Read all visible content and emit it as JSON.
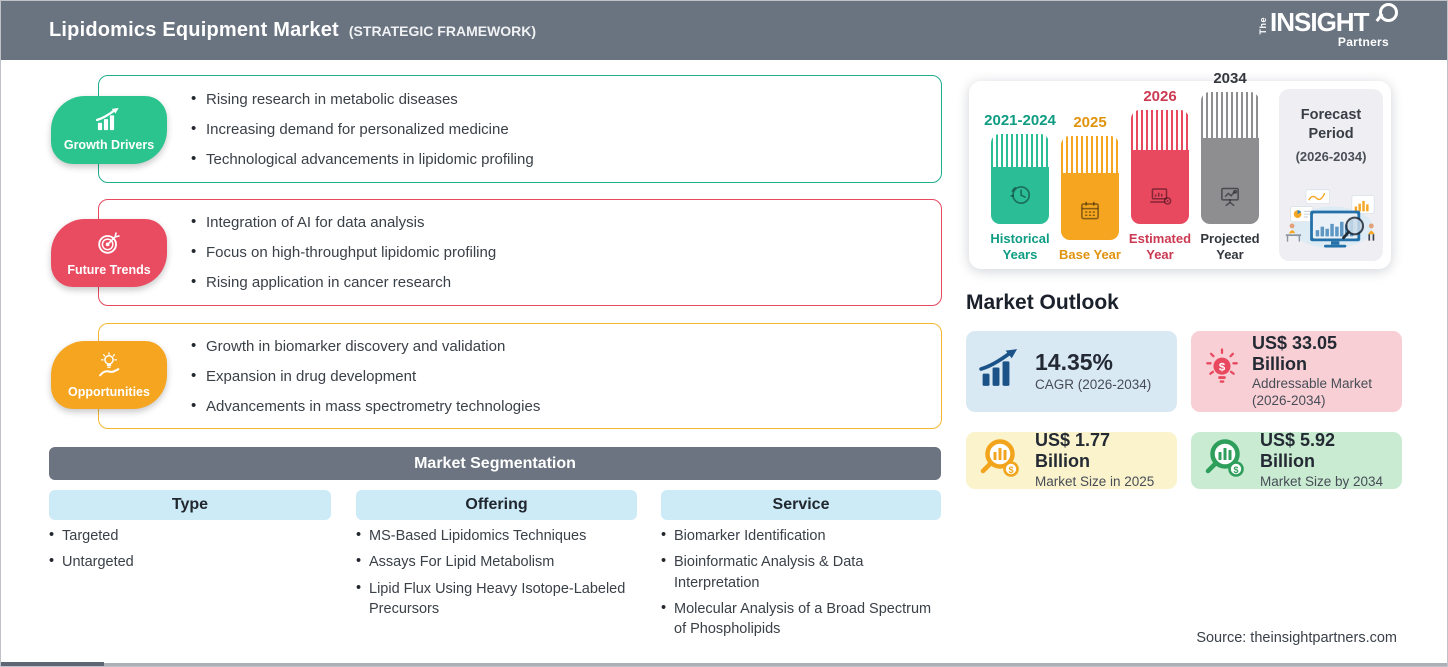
{
  "header": {
    "title": "Lipidomics Equipment Market",
    "subtitle": "(STRATEGIC FRAMEWORK)",
    "logo": {
      "the": "The",
      "main": "INSIGHT",
      "sub": "Partners"
    }
  },
  "drivers": {
    "label": "Growth Drivers",
    "color": "#2BC48F",
    "icon": "bar-chart-rising-icon",
    "items": [
      "Rising research in metabolic diseases",
      "Increasing demand for personalized medicine",
      "Technological advancements in lipidomic profiling"
    ]
  },
  "trends": {
    "label": "Future Trends",
    "color": "#E94C60",
    "icon": "target-dart-icon",
    "items": [
      "Integration of AI for data analysis",
      "Focus on high-throughput lipidomic profiling",
      "Rising application in cancer research"
    ]
  },
  "opportunities": {
    "label": "Opportunities",
    "color": "#F5A51F",
    "icon": "hand-bulb-icon",
    "items": [
      "Growth in biomarker discovery and validation",
      "Expansion in drug development",
      "Advancements in mass spectrometry technologies"
    ]
  },
  "timeline": {
    "bars": [
      {
        "year": "2021-2024",
        "name": "Historical Years",
        "color": "#2BBD96",
        "icon": "history-clock-icon"
      },
      {
        "year": "2025",
        "name": "Base Year",
        "color": "#F5A51F",
        "icon": "calendar-icon"
      },
      {
        "year": "2026",
        "name": "Estimated Year",
        "color": "#E8495F",
        "icon": "device-gear-icon"
      },
      {
        "year": "2034",
        "name": "Projected Year",
        "color": "#8E8E90",
        "icon": "presentation-chart-icon"
      }
    ],
    "forecast": {
      "title": "Forecast Period",
      "range": "(2026-2034)"
    }
  },
  "outlook": {
    "heading": "Market Outlook",
    "cards": [
      {
        "value": "14.35%",
        "label": "CAGR (2026-2034)",
        "bg": "#D9E9F4",
        "icon": "growth-chart-icon",
        "icon_color": "#1B5288"
      },
      {
        "value": "US$ 33.05 Billion",
        "label": "Addressable Market (2026-2034)",
        "bg": "#F8CFD4",
        "icon": "bulb-dollar-icon",
        "icon_color": "#E8495F"
      },
      {
        "value": "US$ 1.77 Billion",
        "label": "Market Size in 2025",
        "bg": "#FAF3CC",
        "icon": "magnifier-chart-dollar-icon",
        "icon_color": "#F2A51C"
      },
      {
        "value": "US$ 5.92 Billion",
        "label": "Market Size by 2034",
        "bg": "#C9EBD2",
        "icon": "magnifier-chart-dollar-icon",
        "icon_color": "#2E9E5B"
      }
    ]
  },
  "segmentation": {
    "heading": "Market Segmentation",
    "columns": [
      {
        "title": "Type",
        "items": [
          "Targeted",
          "Untargeted"
        ]
      },
      {
        "title": "Offering",
        "items": [
          "MS-Based Lipidomics Techniques",
          "Assays For Lipid Metabolism",
          "Lipid Flux Using Heavy Isotope-Labeled Precursors"
        ]
      },
      {
        "title": "Service",
        "items": [
          "Biomarker Identification",
          "Bioinformatic Analysis & Data Interpretation",
          "Molecular Analysis of a Broad Spectrum of Phospholipids"
        ]
      }
    ]
  },
  "source": "Source: theinsightpartners.com",
  "chart_data": {
    "type": "bar",
    "title": "Lipidomics Equipment Market (Strategic Framework)",
    "categories": [
      "Historical Years",
      "Base Year",
      "Estimated Year",
      "Projected Year"
    ],
    "x_labels": [
      "2021-2024",
      "2025",
      "2026",
      "2034"
    ],
    "values": [
      90,
      104,
      114,
      132
    ],
    "values_note": "decorative timeline bar heights in px, increasing left to right",
    "colors": [
      "#2BBD96",
      "#F5A51F",
      "#E8495F",
      "#8E8E90"
    ],
    "annotations": [
      "Forecast Period (2026-2034)"
    ],
    "stats": {
      "cagr_percent": 14.35,
      "cagr_period": "2026-2034",
      "addressable_market_usd_billion": 33.05,
      "addressable_market_period": "2026-2034",
      "market_size_2025_usd_billion": 1.77,
      "market_size_2034_usd_billion": 5.92
    }
  }
}
